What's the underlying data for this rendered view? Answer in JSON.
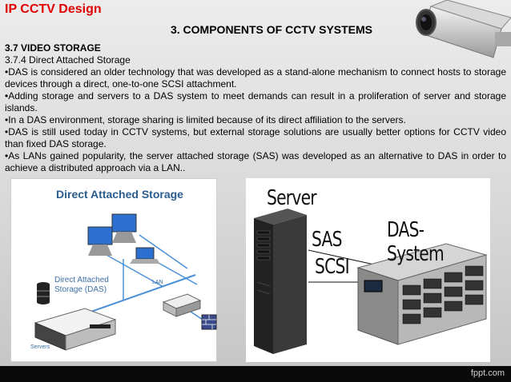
{
  "header": {
    "brand_title": "IP CCTV Design",
    "section_title": "3. COMPONENTS OF CCTV SYSTEMS"
  },
  "content": {
    "heading": "3.7 VIDEO STORAGE",
    "subheading": "3.7.4 Direct Attached Storage",
    "bullets": [
      "•DAS is considered an older technology that was developed as a stand-alone mechanism to connect hosts to storage devices through a direct, one-to-one SCSI attachment.",
      "•Adding storage and servers to a DAS system to meet demands can result in a proliferation of server and storage islands.",
      "•In a DAS environment, storage sharing is limited because of its direct affiliation to the servers.",
      "•DAS is still used today in CCTV systems, but external storage solutions are usually better options for CCTV video than fixed DAS storage.",
      "•As LANs gained popularity, the server attached storage (SAS) was developed as an alternative to DAS in order to achieve a distributed approach via a LAN.."
    ]
  },
  "diagram_left": {
    "title": "Direct Attached Storage",
    "das_label_line1": "Direct Attached",
    "das_label_line2": "Storage (DAS)",
    "lan_label": "LAN",
    "servers_label": "Servers"
  },
  "diagram_right": {
    "server_label": "Server",
    "sas_label": "SAS",
    "scsi_label": "SCSI",
    "das_system_label": "DAS-System"
  },
  "footer": {
    "brand": "fppt.com"
  },
  "colors": {
    "title_red": "#e00000",
    "diagram_blue": "#2a5d8f"
  }
}
